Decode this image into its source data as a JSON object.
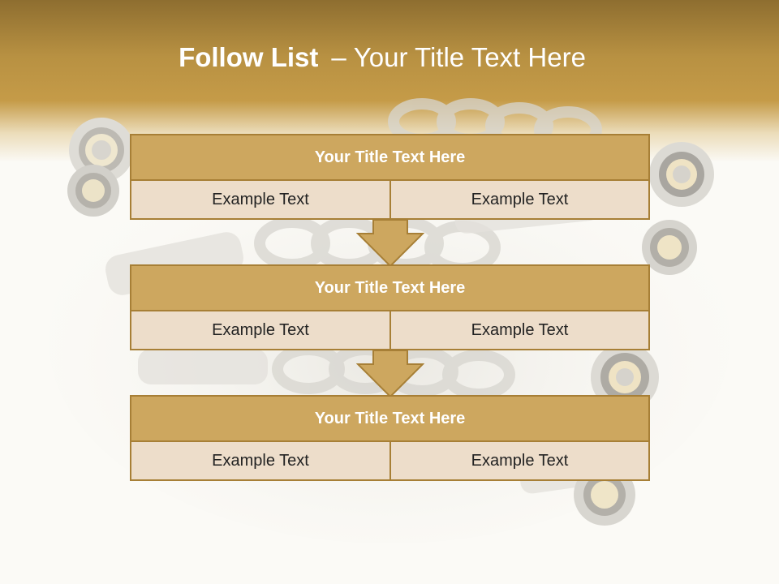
{
  "slide": {
    "title_bold": "Follow List",
    "title_dash": "–",
    "title_rest": "Your Title Text Here"
  },
  "flow": [
    {
      "title": "Your Title Text Here",
      "left": "Example Text",
      "right": "Example Text"
    },
    {
      "title": "Your Title Text Here",
      "left": "Example Text",
      "right": "Example Text"
    },
    {
      "title": "Your Title Text Here",
      "left": "Example Text",
      "right": "Example Text"
    }
  ],
  "colors": {
    "header_band": "#c59b48",
    "block_header": "#cda75f",
    "block_body": "#edddca",
    "border": "#a77f36",
    "arrow": "#cda75f"
  },
  "icons": {
    "background": "shock-absorber-springs-illustration",
    "connector": "down-arrow-icon"
  }
}
